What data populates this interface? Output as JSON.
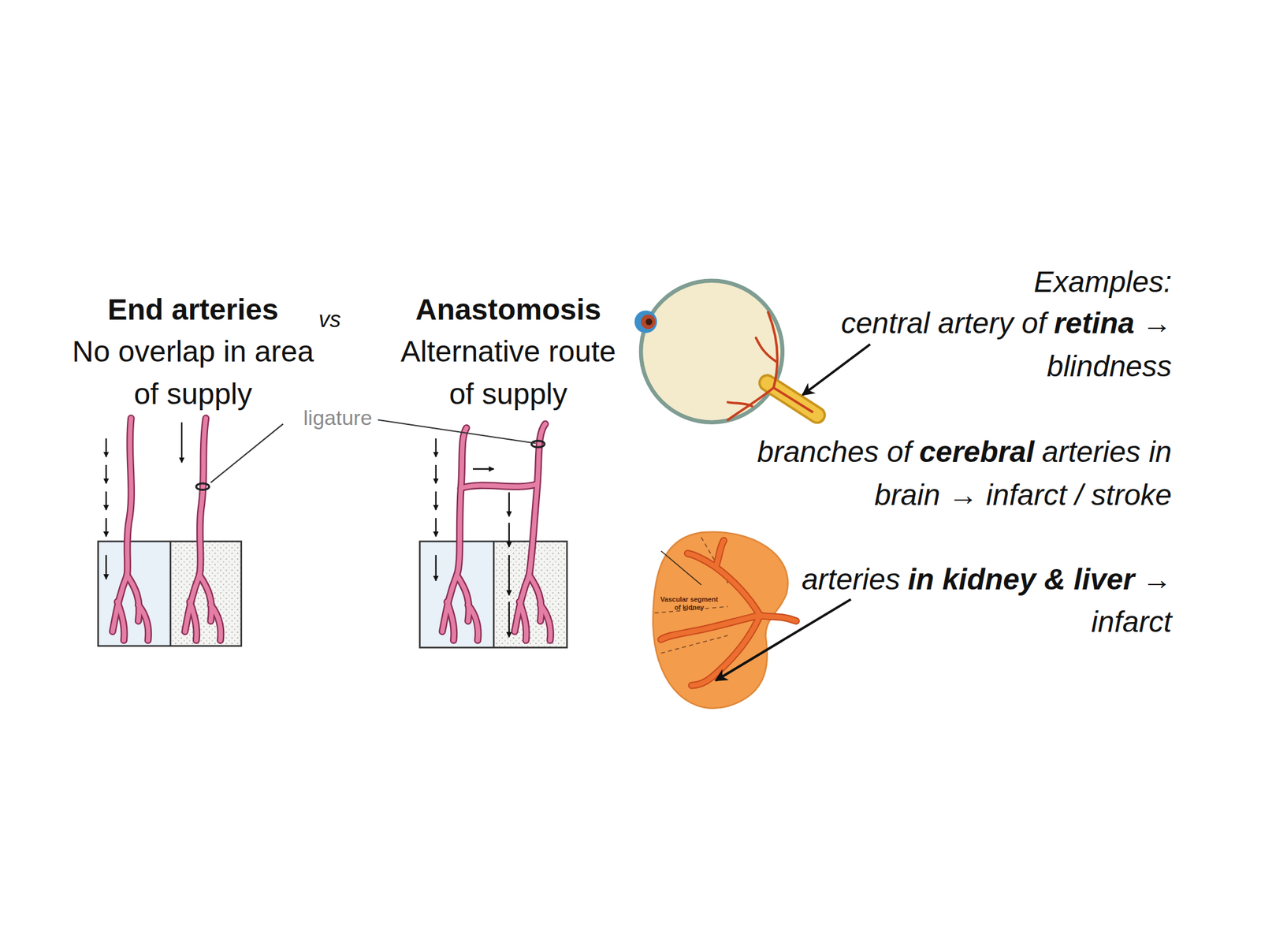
{
  "diagram": {
    "labels": [
      "End arteries",
      "vs",
      "Anastomosis",
      "No overlap in area of supply",
      "Alternative route of supply",
      "ligature",
      "Examples:",
      "central artery of",
      "retina",
      "→",
      "blindness",
      "branches of",
      "cerebral",
      "arteries in",
      "brain → infarct / stroke",
      "arteries",
      "in kidney & liver",
      "→",
      "infarct",
      "Vascular segment of kidney"
    ]
  }
}
